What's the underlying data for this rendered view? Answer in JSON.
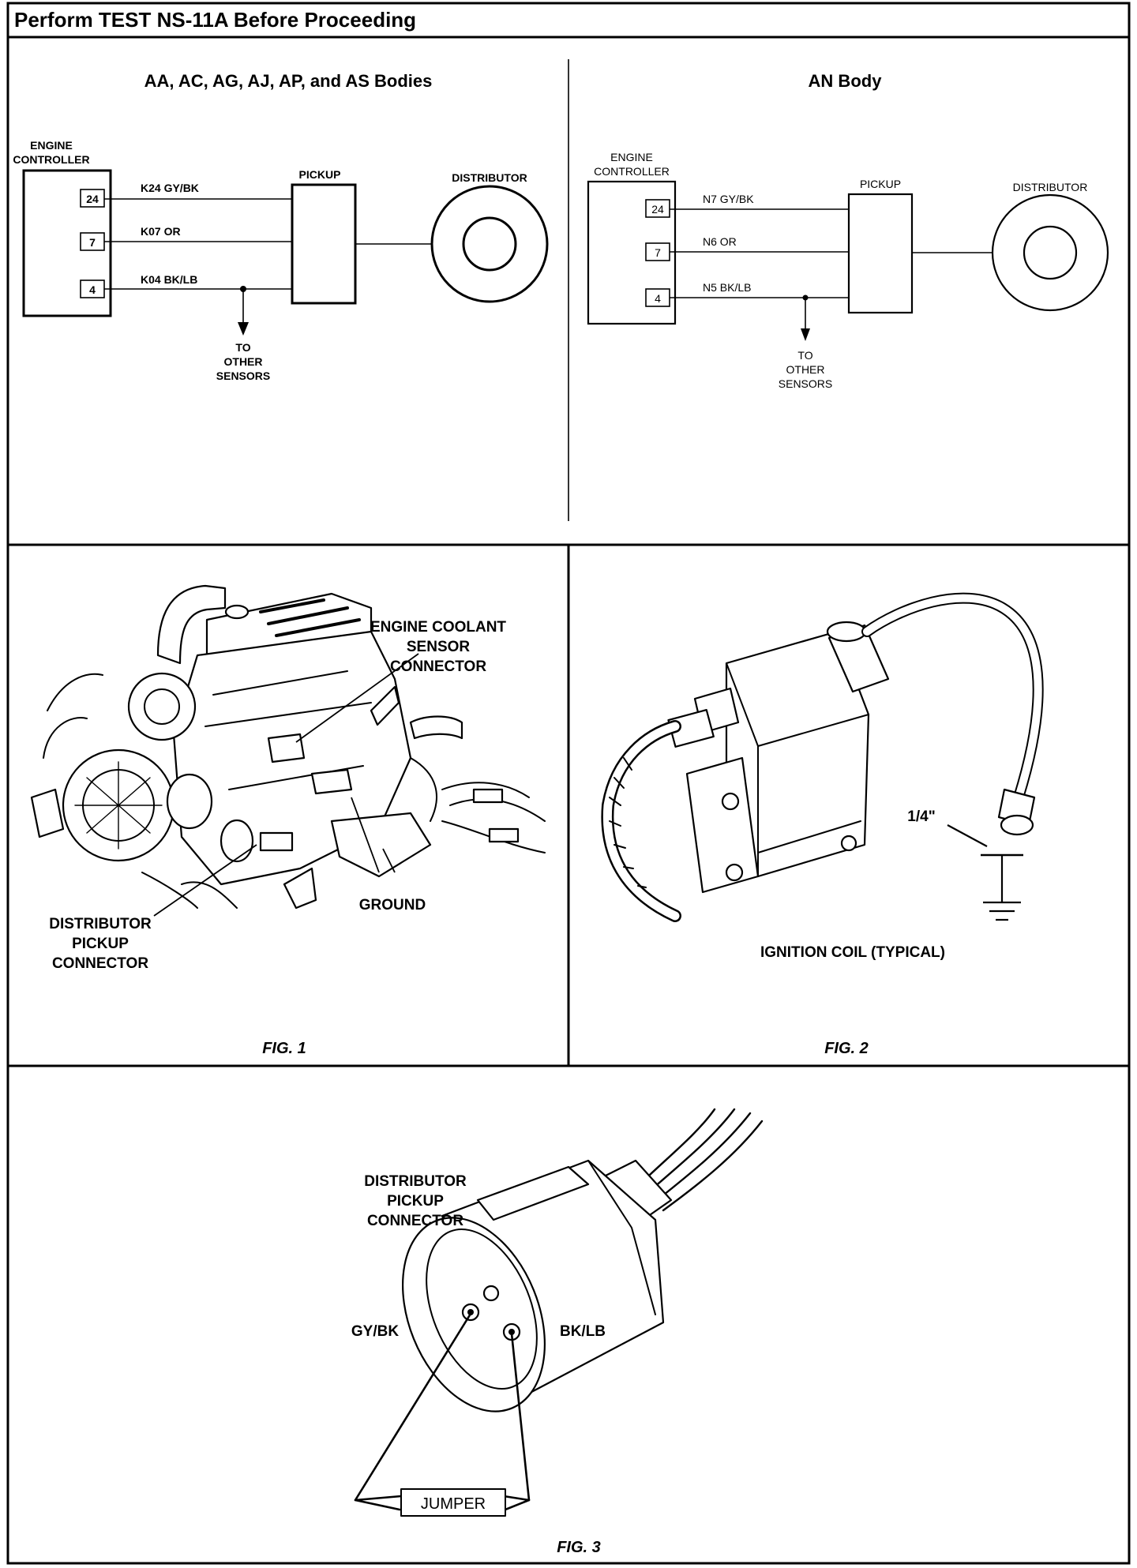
{
  "header": {
    "title": "Perform TEST NS-11A Before Proceeding"
  },
  "left_schematic": {
    "heading": "AA, AC, AG, AJ, AP, and AS Bodies",
    "controller_label_1": "ENGINE",
    "controller_label_2": "CONTROLLER",
    "pickup_label": "PICKUP",
    "distributor_label": "DISTRIBUTOR",
    "pins": [
      "24",
      "7",
      "4"
    ],
    "wires": [
      "K24  GY/BK",
      "K07  OR",
      "K04  BK/LB"
    ],
    "to_other_1": "TO",
    "to_other_2": "OTHER",
    "to_other_3": "SENSORS"
  },
  "right_schematic": {
    "heading": "AN Body",
    "controller_label_1": "ENGINE",
    "controller_label_2": "CONTROLLER",
    "pickup_label": "PICKUP",
    "distributor_label": "DISTRIBUTOR",
    "pins": [
      "24",
      "7",
      "4"
    ],
    "wires": [
      "N7  GY/BK",
      "N6  OR",
      "N5  BK/LB"
    ],
    "to_other_1": "TO",
    "to_other_2": "OTHER",
    "to_other_3": "SENSORS"
  },
  "fig1": {
    "callout_coolant_1": "ENGINE COOLANT",
    "callout_coolant_2": "SENSOR",
    "callout_coolant_3": "CONNECTOR",
    "callout_ground": "GROUND",
    "callout_pickup_1": "DISTRIBUTOR",
    "callout_pickup_2": "PICKUP",
    "callout_pickup_3": "CONNECTOR",
    "caption": "FIG. 1"
  },
  "fig2": {
    "gap_label": "1/4\"",
    "coil_label": "IGNITION COIL (TYPICAL)",
    "caption": "FIG. 2"
  },
  "fig3": {
    "connector_label_1": "DISTRIBUTOR",
    "connector_label_2": "PICKUP",
    "connector_label_3": "CONNECTOR",
    "left_pin": "GY/BK",
    "right_pin": "BK/LB",
    "jumper": "JUMPER",
    "caption": "FIG. 3"
  }
}
